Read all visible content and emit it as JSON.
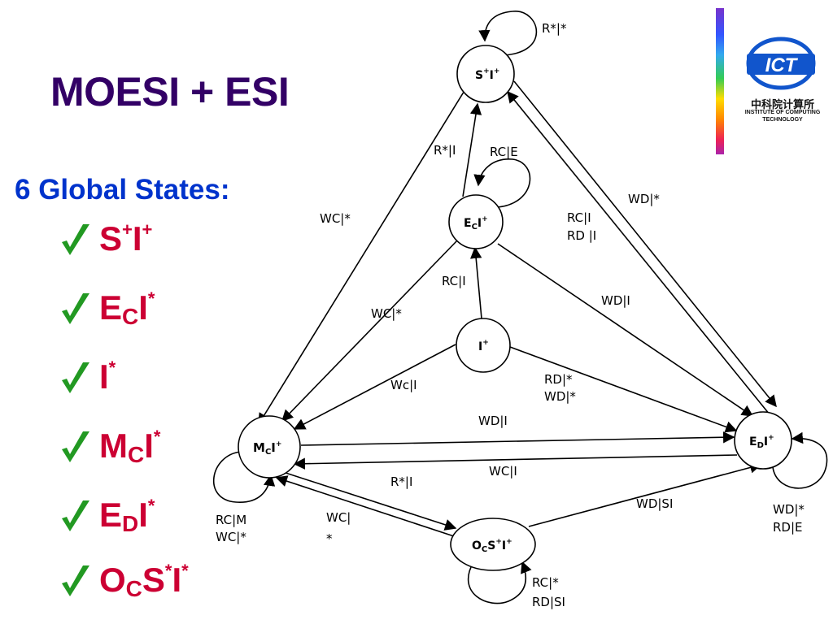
{
  "slide": {
    "title": "MOESI + ESI",
    "subtitle": "6 Global States:",
    "states": [
      {
        "base": "S",
        "sup1": "+",
        "mid": "I",
        "sup2": "+",
        "sub": ""
      },
      {
        "base": "E",
        "sub": "C",
        "mid": "I",
        "sup2": "*"
      },
      {
        "base": "I",
        "sup2": "*"
      },
      {
        "base": "M",
        "sub": "C",
        "mid": "I",
        "sup2": "*"
      },
      {
        "base": "E",
        "sub": "D",
        "mid": "I",
        "sup2": "*"
      },
      {
        "base": "O",
        "sub": "C",
        "mid": "S",
        "sup1": "*",
        "mid2": "I",
        "sup2": "*"
      }
    ]
  },
  "logo": {
    "mark": "ICT",
    "chinese": "中科院计算所",
    "english_line1": "INSTITUTE OF COMPUTING",
    "english_line2": "TECHNOLOGY"
  },
  "nodes": {
    "SI": {
      "label": "S",
      "sup": "+",
      "label2": "I",
      "sup2": "+"
    },
    "ECI": {
      "label": "E",
      "sub": "C",
      "label2": "I",
      "sup2": "+"
    },
    "I": {
      "label": "I",
      "sup2": "+"
    },
    "MCI": {
      "label": "M",
      "sub": "C",
      "label2": "I",
      "sup2": "+"
    },
    "EDI": {
      "label": "E",
      "sub": "D",
      "label2": "I",
      "sup2": "+"
    },
    "OCSI": {
      "label": "O",
      "sub": "C",
      "label2": "S",
      "sup": "+",
      "label3": "I",
      "sup2": "+"
    }
  },
  "edge_labels": {
    "si_loop": "R*|*",
    "eci_to_si": "R*|I",
    "eci_to_si_2": "RC|E",
    "si_to_mci": "WC|*",
    "eci_to_mci": "WC|*",
    "edi_to_si": "WD|*",
    "si_to_edi_1": "RC|I",
    "si_to_edi_2": "RD |I",
    "i_to_eci": "RC|I",
    "eci_to_edi": "WD|I",
    "i_to_mci": "Wc|I",
    "i_to_edi_1": "RD|*",
    "i_to_edi_2": "WD|*",
    "mci_to_edi": "WD|I",
    "edi_to_mci": "WC|I",
    "ocsi_to_mci": "R*|I",
    "mci_to_ocsi_1": "WC|",
    "mci_to_ocsi_2": "*",
    "ocsi_to_edi": "WD|SI",
    "mci_loop_1": "RC|M",
    "mci_loop_2": "WC|*",
    "edi_loop_1": "WD|*",
    "edi_loop_2": "RD|E",
    "ocsi_loop_1": "RC|*",
    "ocsi_loop_2": "RD|SI"
  },
  "colors": {
    "title": "#330066",
    "subtitle": "#0033cc",
    "states": "#cc0033",
    "check": "#229922",
    "diagram_stroke": "#000000"
  }
}
